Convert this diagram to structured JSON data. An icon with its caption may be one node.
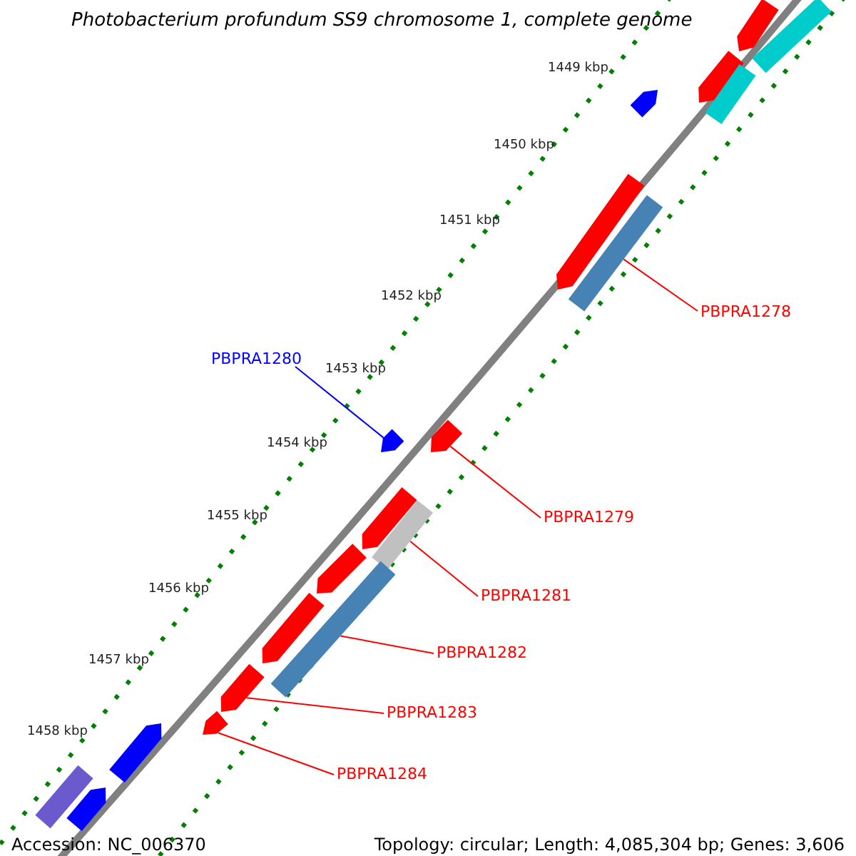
{
  "diagram": {
    "title": "Photobacterium profundum SS9 chromosome 1, complete genome",
    "nodes": [
      {
        "text": [
          "PBPRA1278"
        ]
      },
      {
        "text": [
          "PBPRA1280"
        ]
      },
      {
        "text": [
          "PBPRA1279"
        ]
      },
      {
        "text": [
          "PBPRA1281"
        ]
      },
      {
        "text": [
          "PBPRA1282"
        ]
      },
      {
        "text": [
          "PBPRA1283"
        ]
      },
      {
        "text": [
          "PBPRA1284"
        ]
      },
      {
        "text": [],
        "shape": "arrow"
      },
      {
        "text": [],
        "shape": "bar"
      },
      {
        "text": [],
        "shape": "arrow"
      },
      {
        "text": [],
        "shape": "bar"
      },
      {
        "text": [],
        "shape": "arrow"
      },
      {
        "text": [],
        "shape": "arrow"
      },
      {
        "text": [],
        "shape": "bar"
      },
      {
        "text": [],
        "shape": "arrow"
      },
      {
        "text": [],
        "shape": "arrow"
      },
      {
        "text": [],
        "shape": "arrow"
      },
      {
        "text": [],
        "shape": "bar"
      },
      {
        "text": [],
        "shape": "arrow"
      },
      {
        "text": [],
        "shape": "bar"
      },
      {
        "text": [],
        "shape": "arrow"
      },
      {
        "text": [],
        "shape": "arrow"
      },
      {
        "text": [],
        "shape": "arrow"
      },
      {
        "text": [],
        "shape": "arrow"
      },
      {
        "text": [],
        "shape": "bar"
      },
      {
        "text": [],
        "shape": "arrow"
      }
    ],
    "edges": [
      {
        "from": 0,
        "to": 13,
        "arrow": "none"
      },
      {
        "from": 1,
        "to": 15,
        "arrow": "none",
        "color": "#0000ff"
      },
      {
        "from": 2,
        "to": 14,
        "arrow": "none"
      },
      {
        "from": 3,
        "to": 17,
        "arrow": "none"
      },
      {
        "from": 4,
        "to": 19,
        "arrow": "none"
      },
      {
        "from": 5,
        "to": 21,
        "arrow": "none"
      },
      {
        "from": 6,
        "to": 22,
        "arrow": "none"
      }
    ],
    "labels": [
      "1449 kbp",
      "1450 kbp",
      "1451 kbp",
      "1452 kbp",
      "1453 kbp",
      "1454 kbp",
      "1455 kbp",
      "1456 kbp",
      "1457 kbp",
      "1458 kbp",
      "Accession: NC_006370",
      "Topology: circular; Length: 4,085,304 bp; Genes: 3,606"
    ]
  }
}
